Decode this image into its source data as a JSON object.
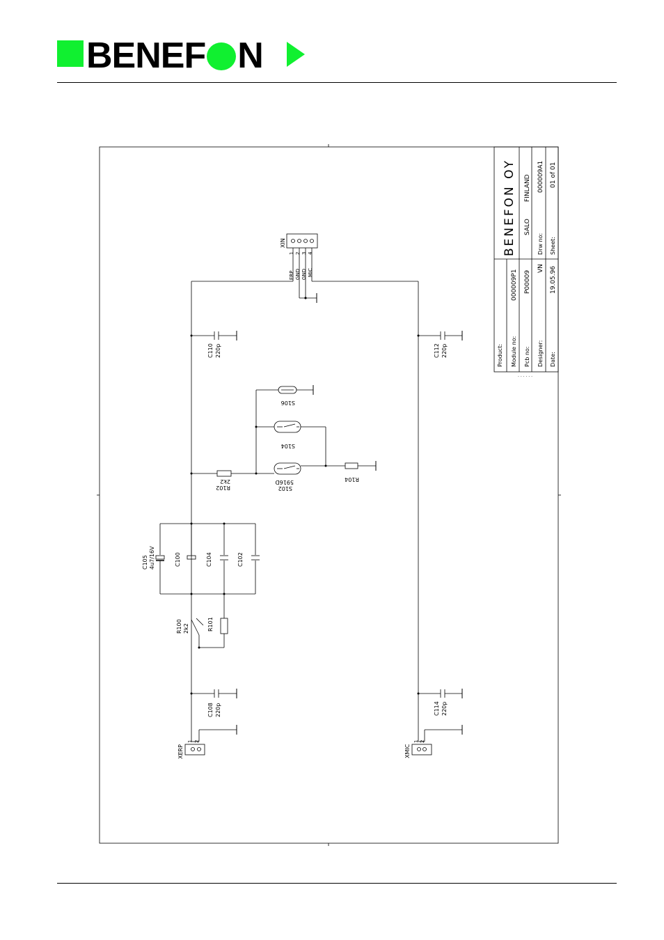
{
  "header": {
    "logo_text_1": "BENEF",
    "logo_text_2": "N",
    "brand_green": "#10f030"
  },
  "title_block": {
    "company": "BENEFON OY",
    "city": "SALO",
    "country": "FINLAND",
    "product_label": "Product:",
    "product_value": "",
    "module_label": "Module no:",
    "module_value": "000009P1",
    "pcb_label": "Pcb no:",
    "pcb_value": "P00009",
    "designer_label": "Designer:",
    "designer_value": "VN",
    "date_label": "Date:",
    "date_value": "19.05.96",
    "drw_label": "Drw no:",
    "drw_value": "000009A1",
    "sheet_label": "Sheet:",
    "sheet_value": "01 of 01"
  },
  "connectors": {
    "xin": {
      "ref": "XIN",
      "pins": [
        "1",
        "2",
        "3",
        "4"
      ],
      "nets": [
        "ERP",
        "GND",
        "GND",
        "MIC"
      ]
    },
    "xerp": {
      "ref": "XERP",
      "pins": [
        "1",
        "2"
      ]
    },
    "xmic": {
      "ref": "XMIC",
      "pins": [
        "1",
        "2"
      ]
    }
  },
  "components": {
    "c110": {
      "ref": "C110",
      "value": "220p"
    },
    "c112": {
      "ref": "C112",
      "value": "220p"
    },
    "c108": {
      "ref": "C108",
      "value": "220p"
    },
    "c114": {
      "ref": "C114",
      "value": "220p"
    },
    "c105": {
      "ref": "C105",
      "value": "4u7/16V"
    },
    "c100": {
      "ref": "C100",
      "value": ""
    },
    "c104": {
      "ref": "C104",
      "value": ""
    },
    "c102": {
      "ref": "C102",
      "value": ""
    },
    "r100": {
      "ref": "R100",
      "value": "2k2"
    },
    "r101": {
      "ref": "R101",
      "value": ""
    },
    "r102": {
      "ref": "R102",
      "value": "2k2"
    },
    "r104": {
      "ref": "R104",
      "value": ""
    },
    "s102": {
      "ref": "S102",
      "value": "5916D"
    },
    "s104": {
      "ref": "S104",
      "value": ""
    },
    "s106": {
      "ref": "S106",
      "value": ""
    }
  }
}
